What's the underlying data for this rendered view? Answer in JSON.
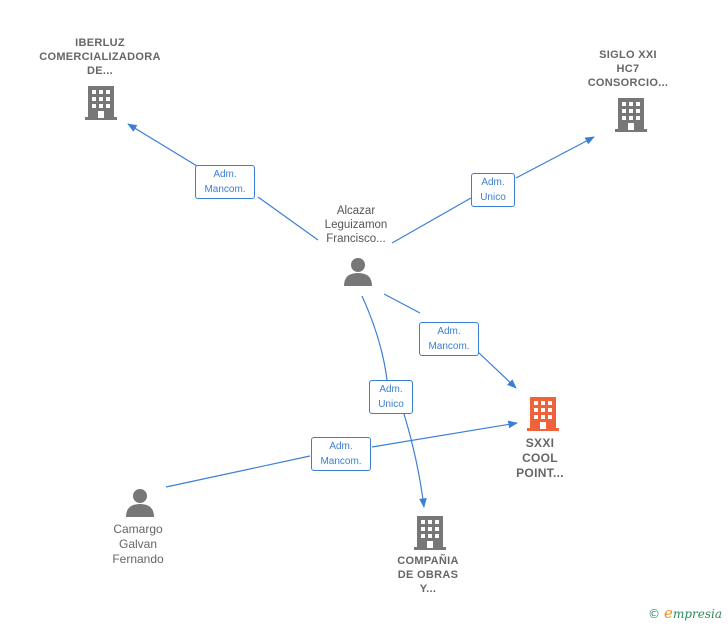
{
  "nodes": {
    "iberluz": {
      "label": "IBERLUZ\nCOMERCIALIZADORA\nDE...",
      "type": "company",
      "color": "#777777"
    },
    "siglo": {
      "label": "SIGLO XXI\nHC7\nCONSORCIO...",
      "type": "company",
      "color": "#777777"
    },
    "alcazar": {
      "label": "Alcazar\nLeguizamon\nFrancisco...",
      "type": "person",
      "color": "#777777"
    },
    "sxxi": {
      "label": "SXXI\nCOOL\nPOINT...",
      "type": "company",
      "color": "#f0623a"
    },
    "camargo": {
      "label": "Camargo\nGalvan\nFernando",
      "type": "person",
      "color": "#777777"
    },
    "compania": {
      "label": "COMPAÑIA\nDE OBRAS\nY...",
      "type": "company",
      "color": "#777777"
    }
  },
  "edges": [
    {
      "from": "alcazar",
      "to": "iberluz",
      "label": "Adm.\nMancom."
    },
    {
      "from": "alcazar",
      "to": "siglo",
      "label": "Adm.\nUnico"
    },
    {
      "from": "alcazar",
      "to": "sxxi",
      "label": "Adm.\nMancom."
    },
    {
      "from": "alcazar",
      "to": "compania",
      "label": "Adm.\nUnico"
    },
    {
      "from": "camargo",
      "to": "sxxi",
      "label": "Adm.\nMancom."
    }
  ],
  "colors": {
    "edge": "#3a7fd5",
    "focal": "#f0623a",
    "node": "#777777"
  },
  "watermark": {
    "symbol": "©",
    "initial": "e",
    "rest": "mpresia"
  }
}
